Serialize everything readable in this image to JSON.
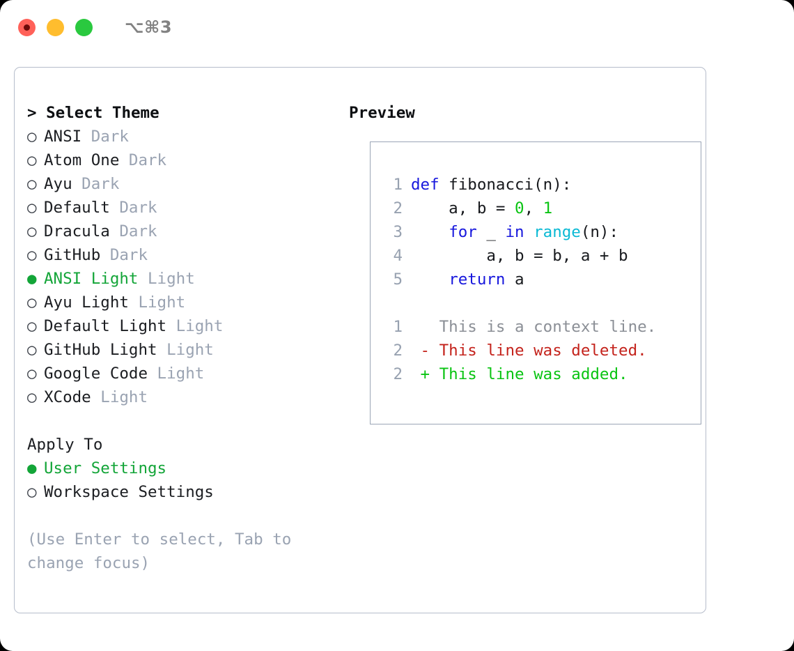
{
  "titlebar": {
    "shortcut": "⌥⌘3",
    "lights": [
      {
        "name": "close-button",
        "color": "#ff6159"
      },
      {
        "name": "minimize-button",
        "color": "#ffbd2e"
      },
      {
        "name": "maximize-button",
        "color": "#2ac93f"
      }
    ]
  },
  "colors": {
    "accent_green": "#13a538",
    "muted": "#9aa3b2",
    "border": "#b6bdcb",
    "panel_border": "#9aa5b6",
    "keyword_blue": "#1717dd",
    "function_cyan": "#0ab9d4",
    "number_green": "#0ac413",
    "diff_delete": "#c4231c",
    "diff_add": "#0ac413"
  },
  "theme_picker": {
    "header": "> Select Theme",
    "items": [
      {
        "bullet": "○",
        "selected": false,
        "name": "ANSI",
        "tag": "Dark"
      },
      {
        "bullet": "○",
        "selected": false,
        "name": "Atom One",
        "tag": "Dark"
      },
      {
        "bullet": "○",
        "selected": false,
        "name": "Ayu",
        "tag": "Dark"
      },
      {
        "bullet": "○",
        "selected": false,
        "name": "Default",
        "tag": "Dark"
      },
      {
        "bullet": "○",
        "selected": false,
        "name": "Dracula",
        "tag": "Dark"
      },
      {
        "bullet": "○",
        "selected": false,
        "name": "GitHub",
        "tag": "Dark"
      },
      {
        "bullet": "●",
        "selected": true,
        "name": "ANSI Light",
        "tag": "Light"
      },
      {
        "bullet": "○",
        "selected": false,
        "name": "Ayu Light",
        "tag": "Light"
      },
      {
        "bullet": "○",
        "selected": false,
        "name": "Default Light",
        "tag": "Light"
      },
      {
        "bullet": "○",
        "selected": false,
        "name": "GitHub Light",
        "tag": "Light"
      },
      {
        "bullet": "○",
        "selected": false,
        "name": "Google Code",
        "tag": "Light"
      },
      {
        "bullet": "○",
        "selected": false,
        "name": "XCode",
        "tag": "Light"
      }
    ]
  },
  "apply_to": {
    "header": "Apply To",
    "items": [
      {
        "bullet": "●",
        "selected": true,
        "name": "User Settings",
        "tag": ""
      },
      {
        "bullet": "○",
        "selected": false,
        "name": "Workspace Settings",
        "tag": ""
      }
    ]
  },
  "hint": "(Use Enter to select, Tab to change focus)",
  "preview": {
    "header": "Preview",
    "code_lines": [
      {
        "ln": "1",
        "tokens": [
          {
            "t": "def",
            "c": "kw"
          },
          {
            "t": " fibonacci(n):",
            "c": "txt"
          }
        ]
      },
      {
        "ln": "2",
        "tokens": [
          {
            "t": "    a, b = ",
            "c": "txt"
          },
          {
            "t": "0",
            "c": "num"
          },
          {
            "t": ", ",
            "c": "txt"
          },
          {
            "t": "1",
            "c": "num"
          }
        ]
      },
      {
        "ln": "3",
        "tokens": [
          {
            "t": "    ",
            "c": "txt"
          },
          {
            "t": "for",
            "c": "kw"
          },
          {
            "t": " _ ",
            "c": "txt"
          },
          {
            "t": "in",
            "c": "kw"
          },
          {
            "t": " ",
            "c": "txt"
          },
          {
            "t": "range",
            "c": "fn"
          },
          {
            "t": "(n):",
            "c": "txt"
          }
        ]
      },
      {
        "ln": "4",
        "tokens": [
          {
            "t": "        a, b = b, a + b",
            "c": "txt"
          }
        ]
      },
      {
        "ln": "5",
        "tokens": [
          {
            "t": "    ",
            "c": "txt"
          },
          {
            "t": "return",
            "c": "kw"
          },
          {
            "t": " a",
            "c": "txt"
          }
        ]
      }
    ],
    "diff_lines": [
      {
        "ln": "1",
        "marker": " ",
        "text": " This is a context line.",
        "c": "ctx"
      },
      {
        "ln": "2",
        "marker": "-",
        "text": " This line was deleted.",
        "c": "del"
      },
      {
        "ln": "2",
        "marker": "+",
        "text": " This line was added.",
        "c": "add"
      }
    ]
  }
}
